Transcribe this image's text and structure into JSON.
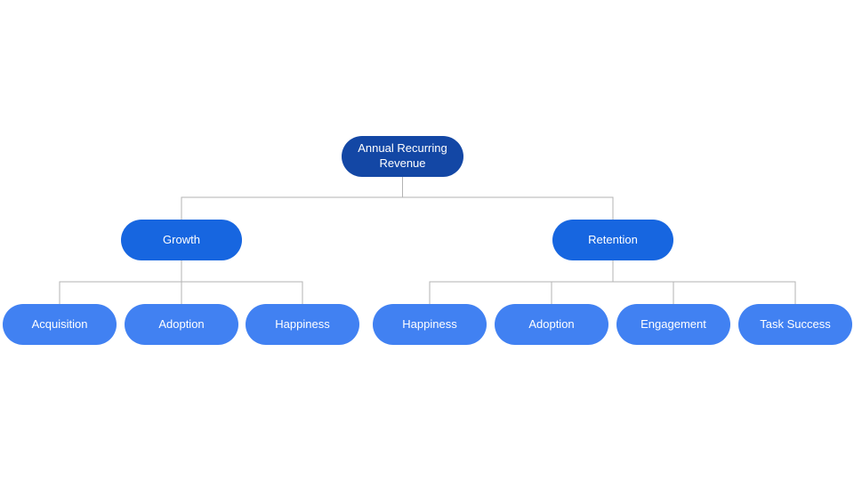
{
  "diagram": {
    "type": "hierarchy-tree",
    "root": {
      "label": "Annual Recurring Revenue"
    },
    "branches": [
      {
        "label": "Growth",
        "children": [
          {
            "label": "Acquisition"
          },
          {
            "label": "Adoption"
          },
          {
            "label": "Happiness"
          }
        ]
      },
      {
        "label": "Retention",
        "children": [
          {
            "label": "Happiness"
          },
          {
            "label": "Adoption"
          },
          {
            "label": "Engagement"
          },
          {
            "label": "Task Success"
          }
        ]
      }
    ],
    "colors": {
      "level1": "#1347a5",
      "level2": "#1766e0",
      "level3": "#4181f2",
      "connector": "#b3b3b3",
      "node_text": "#ffffff",
      "background": "#ffffff"
    }
  }
}
